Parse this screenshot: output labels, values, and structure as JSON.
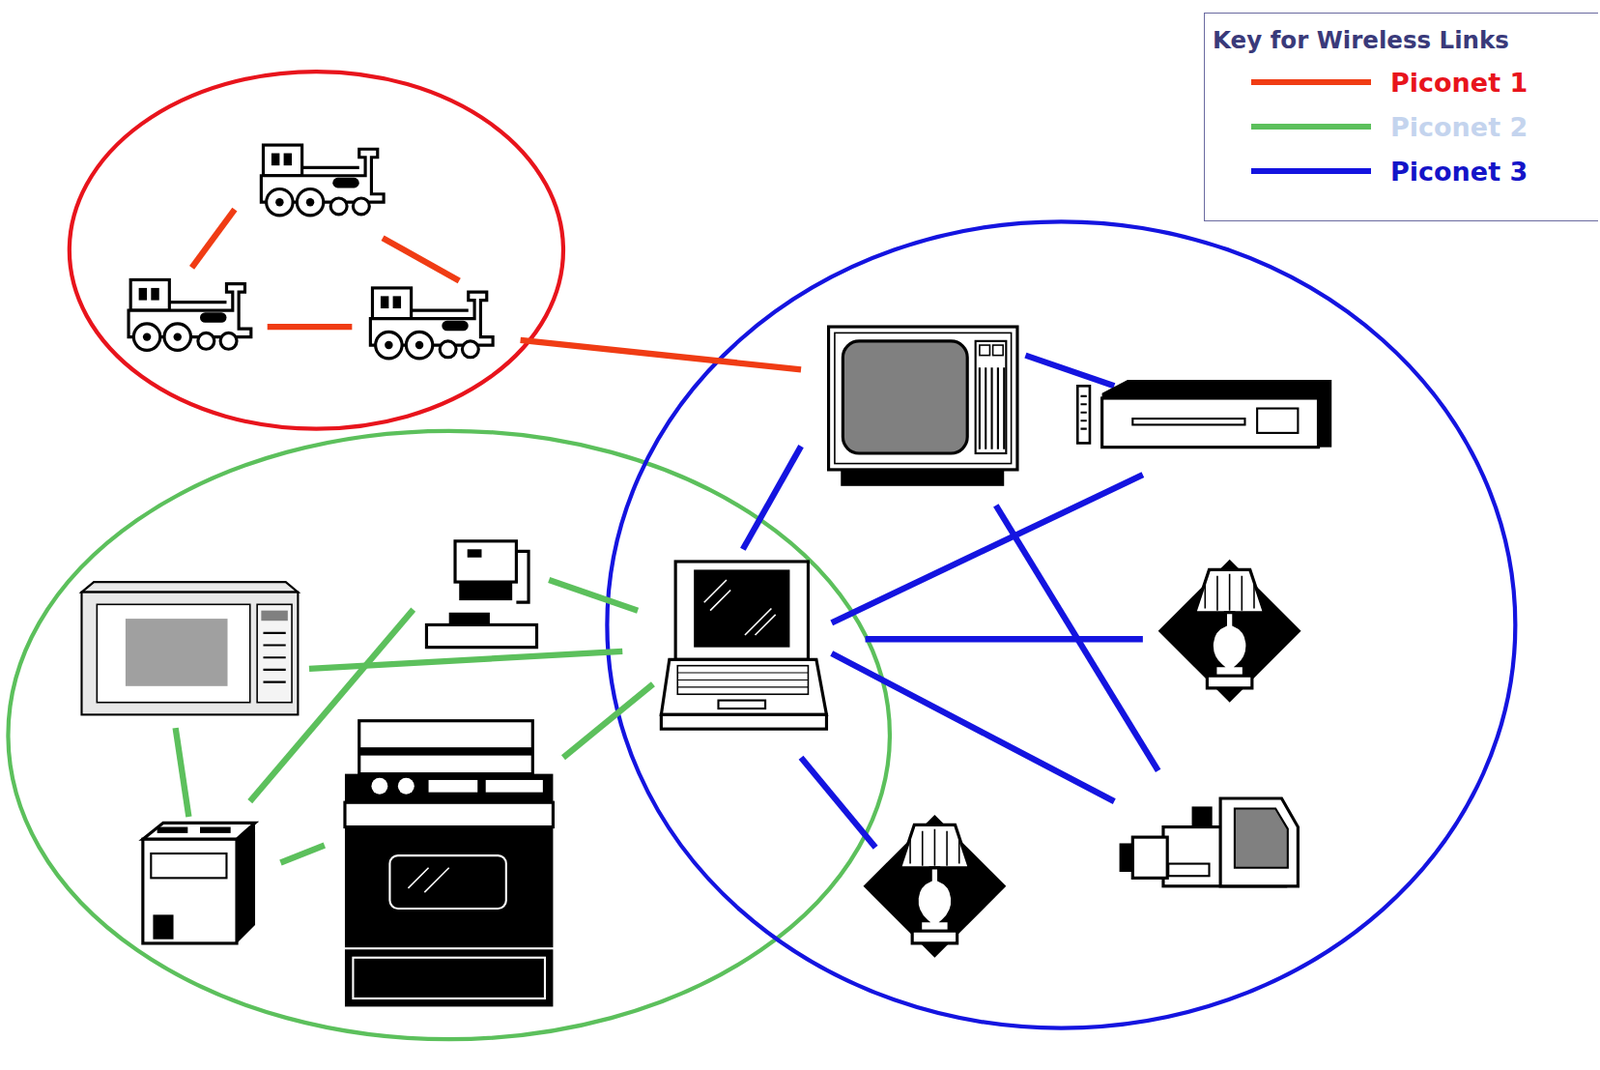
{
  "diagram": {
    "labels": [
      "Key for Wireless Links"
    ],
    "legend": [
      {
        "text": "Piconet 1"
      },
      {
        "text": "Piconet 2"
      },
      {
        "text": "Piconet 3"
      }
    ]
  }
}
